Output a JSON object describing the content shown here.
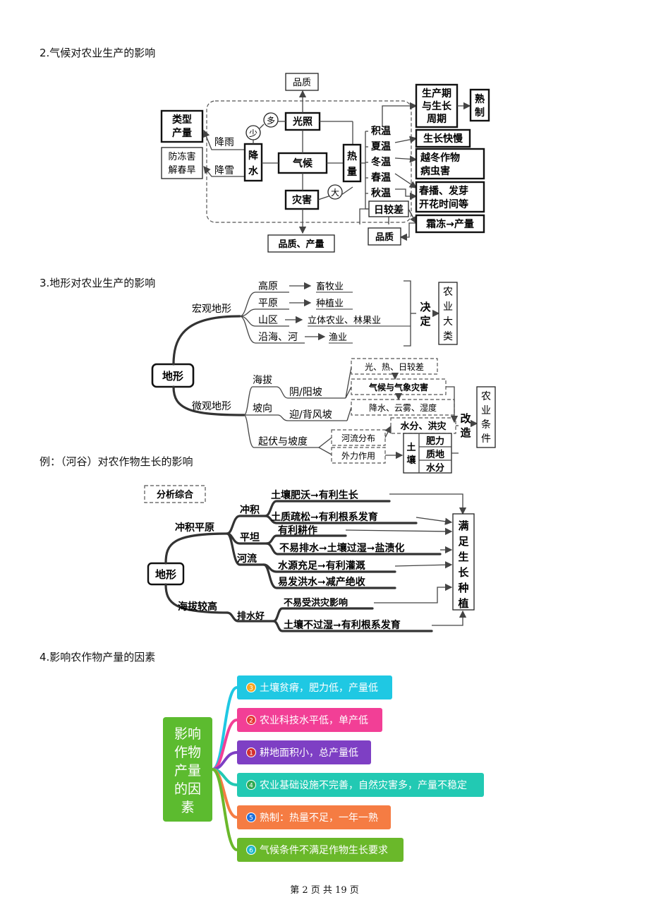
{
  "headings": {
    "climate": "2.气候对农业生产的影响",
    "terrain": "3.地形对农业生产的影响",
    "example": "例：（河谷）对农作物生长的影响",
    "yield": "4.影响农作物产量的因素"
  },
  "climate": {
    "center": "气候",
    "rain_snow": {
      "top": "降",
      "bottom": "水"
    },
    "jiangyu": "降雨",
    "jiangxue": "降雪",
    "type_output": {
      "line1": "类型",
      "line2": "产量"
    },
    "frost": {
      "line1": "防冻害",
      "line2": "解春旱"
    },
    "sunlight": "光照",
    "duo": "多",
    "shao": "少",
    "da": "大",
    "quality_top": "品质",
    "disaster": "灾害",
    "quality_yield": "品质、产量",
    "heat": {
      "top": "热",
      "bottom": "量"
    },
    "heat_items": [
      "积温",
      "夏温",
      "冬温",
      "春温",
      "秋温",
      "日较差"
    ],
    "growth_period": {
      "line1": "生产期",
      "line2": "与生长",
      "line3": "周期"
    },
    "shuzhi": {
      "line1": "熟",
      "line2": "制"
    },
    "slow_growth": "生长快慢",
    "overwinter": {
      "line1": "越冬作物",
      "line2": "病虫害"
    },
    "spring_sowing": {
      "line1": "春播、发芽",
      "line2": "开花时间等"
    },
    "frost_yield": "霜冻→产量",
    "quality_bottom": "品质"
  },
  "terrain": {
    "root": "地形",
    "macro": "宏观地形",
    "macro_items": [
      {
        "label": "高原",
        "result": "畜牧业"
      },
      {
        "label": "平原",
        "result": "种植业"
      },
      {
        "label": "山区",
        "result": "立体农业、林果业"
      },
      {
        "label": "沿海、河",
        "result": "渔业"
      }
    ],
    "decide": {
      "line1": "决",
      "line2": "定"
    },
    "agri_type": [
      "农",
      "业",
      "大",
      "类"
    ],
    "micro": "微观地形",
    "haiba": "海拔",
    "poxiang": "坡向",
    "yinyang": "阴/阳坡",
    "yingbei": "迎/背风坡",
    "qifu": "起伏与坡度",
    "light_heat": "光、热、日较差",
    "climate_disaster": "气候与气象灾害",
    "rain_cloud": "降水、云雾、湿度",
    "river_dist": "河流分布",
    "water_flood": "水分、洪灾",
    "erosion": "外力作用",
    "soil": {
      "line1": "土",
      "line2": "壤"
    },
    "fertility": "肥力",
    "texture": "质地",
    "moisture": "水分",
    "transform": {
      "line1": "改",
      "line2": "造"
    },
    "agri_cond": [
      "农",
      "业",
      "条",
      "件"
    ]
  },
  "valley": {
    "analysis": "分析综合",
    "root": "地形",
    "plain": "冲积平原",
    "alluvial": "冲积",
    "flat": "平坦",
    "river": "河流",
    "high": "海拔较高",
    "drainage": "排水好",
    "items": [
      "土壤肥沃➞有利生长",
      "土质疏松➞有利根系发育",
      "有利耕作",
      "不易排水➞土壤过湿➞盐渍化",
      "水源充足➞有利灌溉",
      "易发洪水➞减产绝收",
      "不易受洪灾影响",
      "土壤不过湿➞有利根系发育"
    ],
    "result": [
      "满",
      "足",
      "生",
      "长",
      "种",
      "植"
    ]
  },
  "yield_map": {
    "center": [
      "影响",
      "作物",
      "产量",
      "的因",
      "素"
    ],
    "items": [
      {
        "num": "3",
        "text": "土壤贫瘠，肥力低，产量低",
        "color": "#1fc8e3",
        "badge": "#f5a623"
      },
      {
        "num": "2",
        "text": "农业科技水平低，单产低",
        "color": "#f23f96",
        "badge": "#e53935"
      },
      {
        "num": "1",
        "text": "耕地面积小，总产量低",
        "color": "#7e3fc4",
        "badge": "#d32f2f"
      },
      {
        "num": "4",
        "text": "农业基础设施不完善，自然灾害多，产量不稳定",
        "color": "#22c9b3",
        "badge": "#2ea84f"
      },
      {
        "num": "5",
        "text": "熟制：热量不足，一年一熟",
        "color": "#f57c43",
        "badge": "#1e6fd9"
      },
      {
        "num": "6",
        "text": "气候条件不满足作物生长要求",
        "color": "#6ab82a",
        "badge": "#1fb8c9"
      }
    ],
    "center_color": "#5cbb2f"
  },
  "footer": {
    "text": "第 2 页 共 19 页"
  }
}
